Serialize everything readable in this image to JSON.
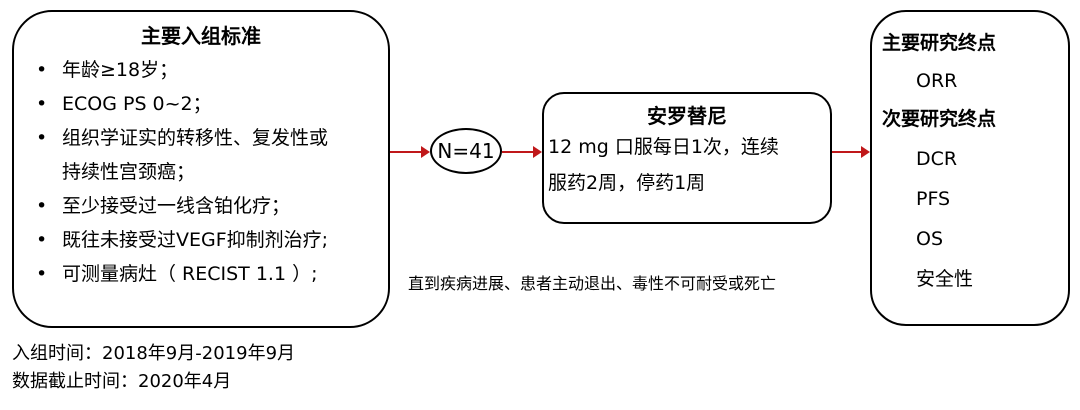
{
  "inclusion": {
    "title": "主要入组标准",
    "items": [
      "年龄≥18岁；",
      "ECOG PS  0~2；",
      "组织学证实的转移性、复发性或",
      "持续性宫颈癌；",
      "至少接受过一线含铂化疗；",
      "既往未接受过VEGF抑制剂治疗;",
      "可测量病灶（ RECIST 1.1 ）;"
    ]
  },
  "n_node": "N=41",
  "drug": {
    "title": "安罗替尼",
    "line1": "12 mg 口服每日1次，连续",
    "line2": "服药2周，停药1周"
  },
  "duration_note": "直到疾病进展、患者主动退出、毒性不可耐受或死亡",
  "endpoints": {
    "primary_title": "主要研究终点",
    "primary": [
      "ORR"
    ],
    "secondary_title": "次要研究终点",
    "secondary": [
      "DCR",
      "PFS",
      "OS",
      "安全性"
    ]
  },
  "footer": {
    "enrollment": "入组时间：2018年9月-2019年9月",
    "cutoff": "数据截止时间：2020年4月"
  },
  "colors": {
    "arrow": "#c0181a",
    "border": "#000000"
  }
}
